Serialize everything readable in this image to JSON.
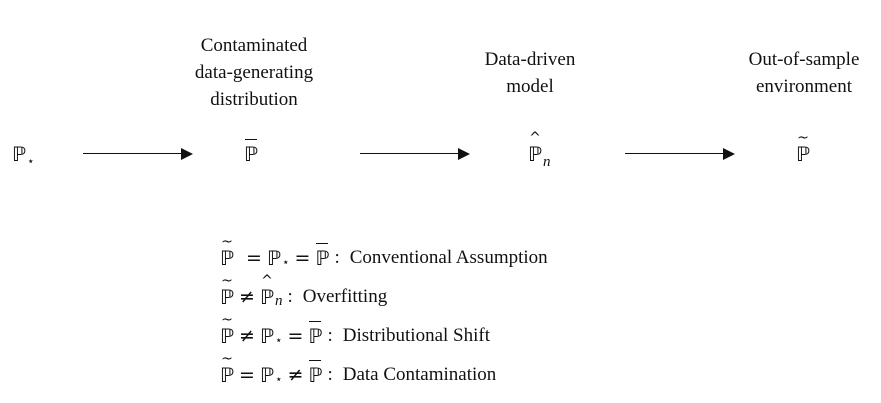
{
  "headers": {
    "contaminated": [
      "Contaminated",
      "data-generating",
      "distribution"
    ],
    "model": [
      "Data-driven",
      "model"
    ],
    "out_of_sample": [
      "Out-of-sample",
      "environment"
    ]
  },
  "symbols": {
    "P": "ℙ",
    "star": "⋆",
    "n": "n",
    "tilde": "~",
    "eq": "=",
    "neq": "≠",
    "colon": ":"
  },
  "cases": [
    {
      "label": "Conventional Assumption"
    },
    {
      "label": "Overfitting"
    },
    {
      "label": "Distributional Shift"
    },
    {
      "label": "Data Contamination"
    }
  ]
}
